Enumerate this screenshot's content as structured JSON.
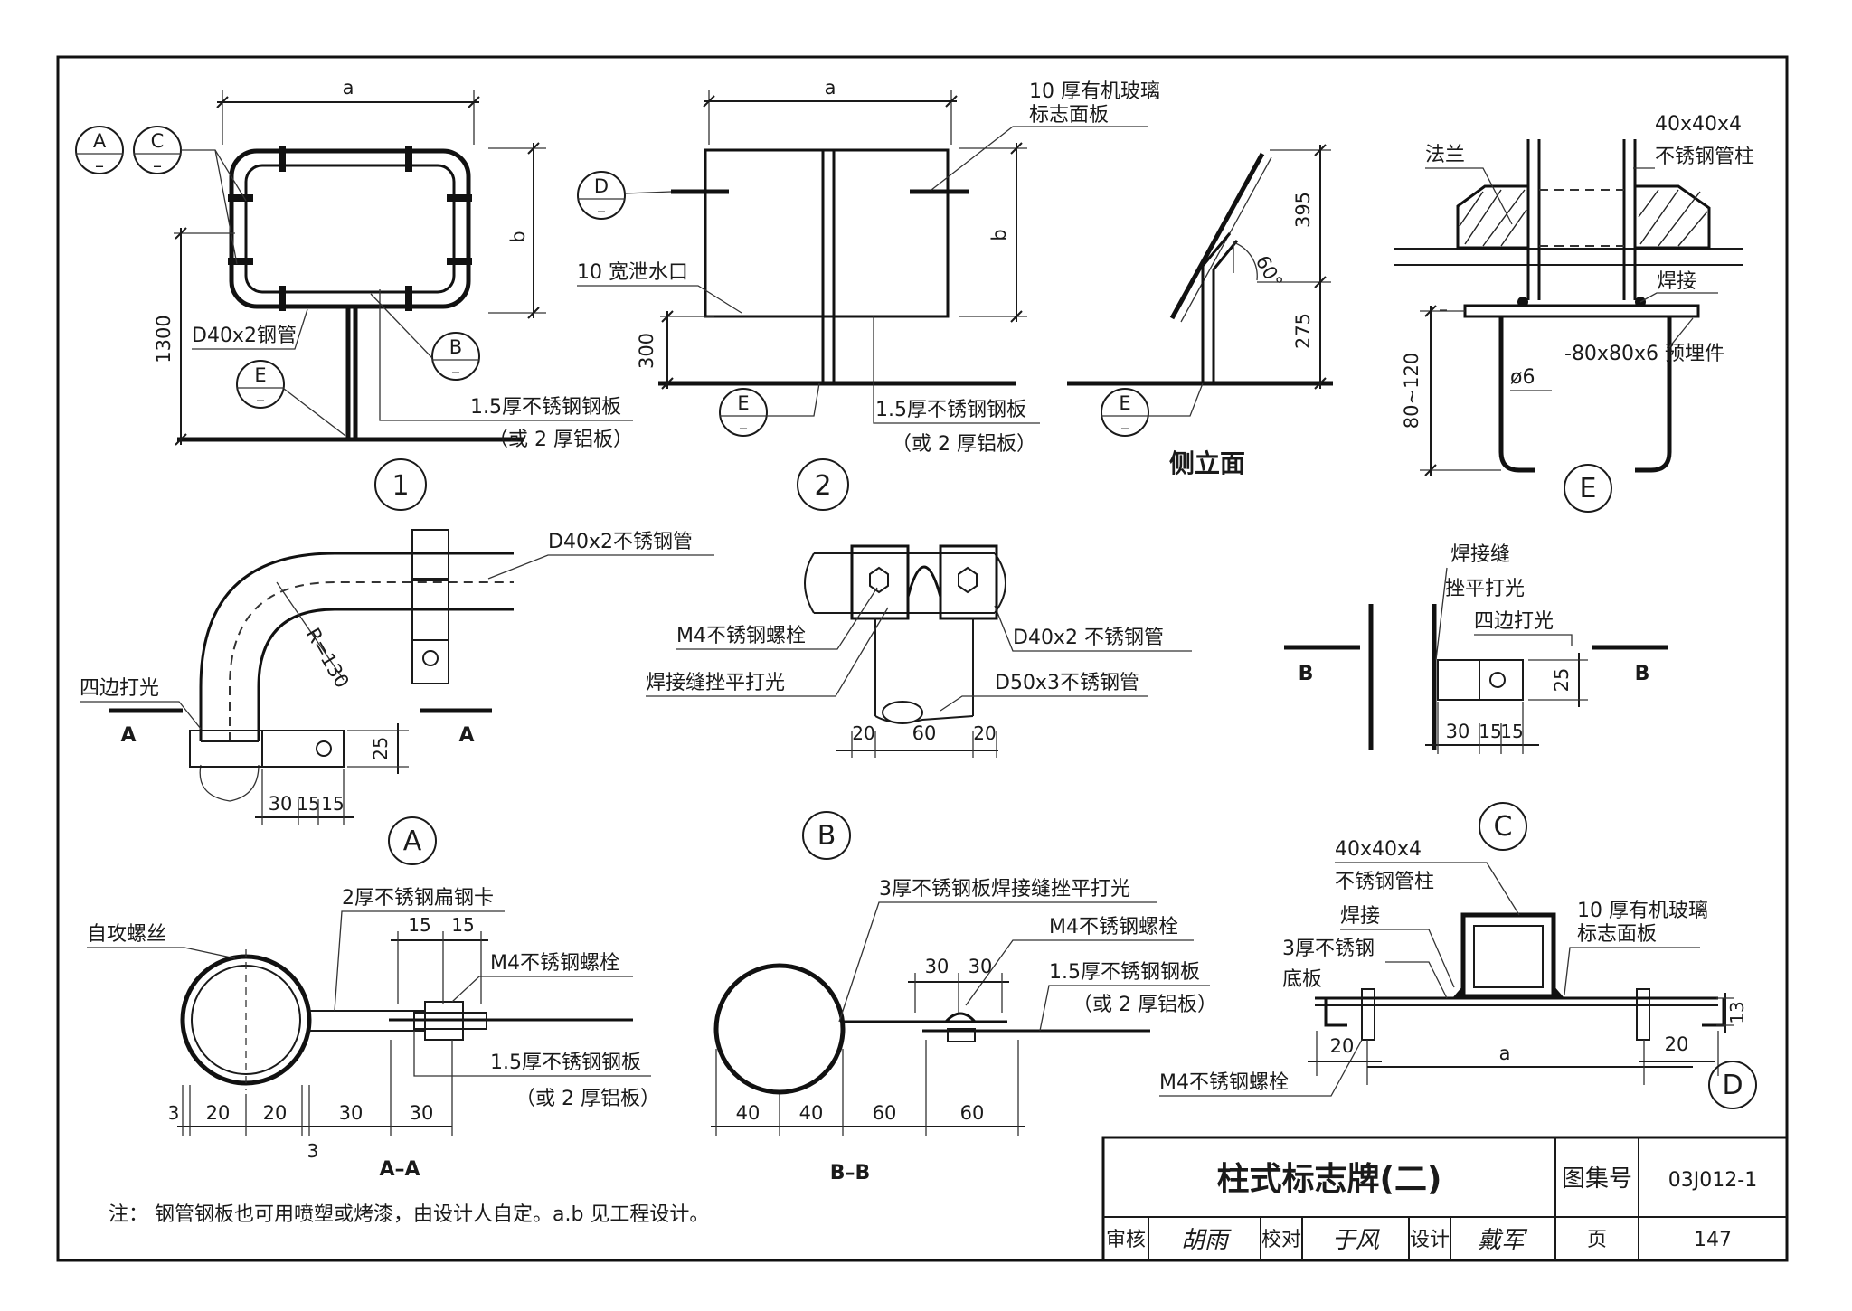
{
  "labels": {
    "dim_a": "a",
    "dim_b": "b",
    "dim_1300": "1300",
    "dim_300": "300",
    "dim_395": "395",
    "dim_275": "275",
    "dim_80_120": "80~120",
    "angle_60": "60°",
    "radius": "R=130",
    "d40x2_pipe": "D40x2钢管",
    "plate_15": "1.5厚不锈钢钢板",
    "or_alu": "（或 2 厚铝板）",
    "organic_glass_1": "10 厚有机玻璃",
    "organic_glass_2": "标志面板",
    "drain": "10 宽泄水口",
    "side_elev": "侧立面",
    "flange": "法兰",
    "tube_col_1": "40x40x4",
    "tube_col_2": "不锈钢管柱",
    "weld": "焊接",
    "embed": "-80x80x6 预埋件",
    "phi6": "ø6",
    "ss_pipe_40": "D40x2不锈钢管",
    "grind4": "四边打光",
    "m4_bolt": "M4不锈钢螺栓",
    "weld_grind": "焊接缝挫平打光",
    "ss_pipe_40b": "D40x2 不锈钢管",
    "ss_pipe_50": "D50x3不锈钢管",
    "weld_seam": "焊接缝",
    "grind_flat": "挫平打光",
    "grind4b": "四边打光",
    "self_tap": "自攻螺丝",
    "flat_clip": "2厚不锈钢扁钢卡",
    "plate3_weld": "3厚不锈钢板焊接缝挫平打光",
    "base3_1": "3厚不锈钢",
    "base3_2": "底板",
    "sec_A": "A",
    "sec_B": "B",
    "sec_C": "C",
    "sec_D": "D",
    "sec_E": "E",
    "sec_dash": "–",
    "aa": "A–A",
    "bb": "B–B",
    "d30": "30",
    "d15": "15",
    "d25": "25",
    "d20": "20",
    "d60": "60",
    "d40": "40",
    "d3": "3",
    "d13": "13",
    "c1": "1",
    "c2": "2",
    "note": "注：  钢管钢板也可用喷塑或烤漆，由设计人自定。a.b 见工程设计。"
  },
  "title_block": {
    "title": "柱式标志牌(二)",
    "atlas_label": "图集号",
    "atlas_no": "03J012-1",
    "review": "审核",
    "review_sig": "胡雨",
    "check": "校对",
    "check_sig": "于风",
    "design": "设计",
    "design_sig": "戴军",
    "page_label": "页",
    "page_no": "147"
  }
}
